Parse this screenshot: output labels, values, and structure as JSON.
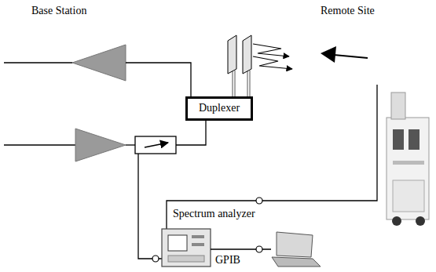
{
  "diagram": {
    "nodes": [
      {
        "text": [
          "Duplexer"
        ]
      }
    ],
    "labels": [
      "Base Station",
      "Remote Site",
      "Spectrum analyzer",
      "GPIB"
    ]
  }
}
